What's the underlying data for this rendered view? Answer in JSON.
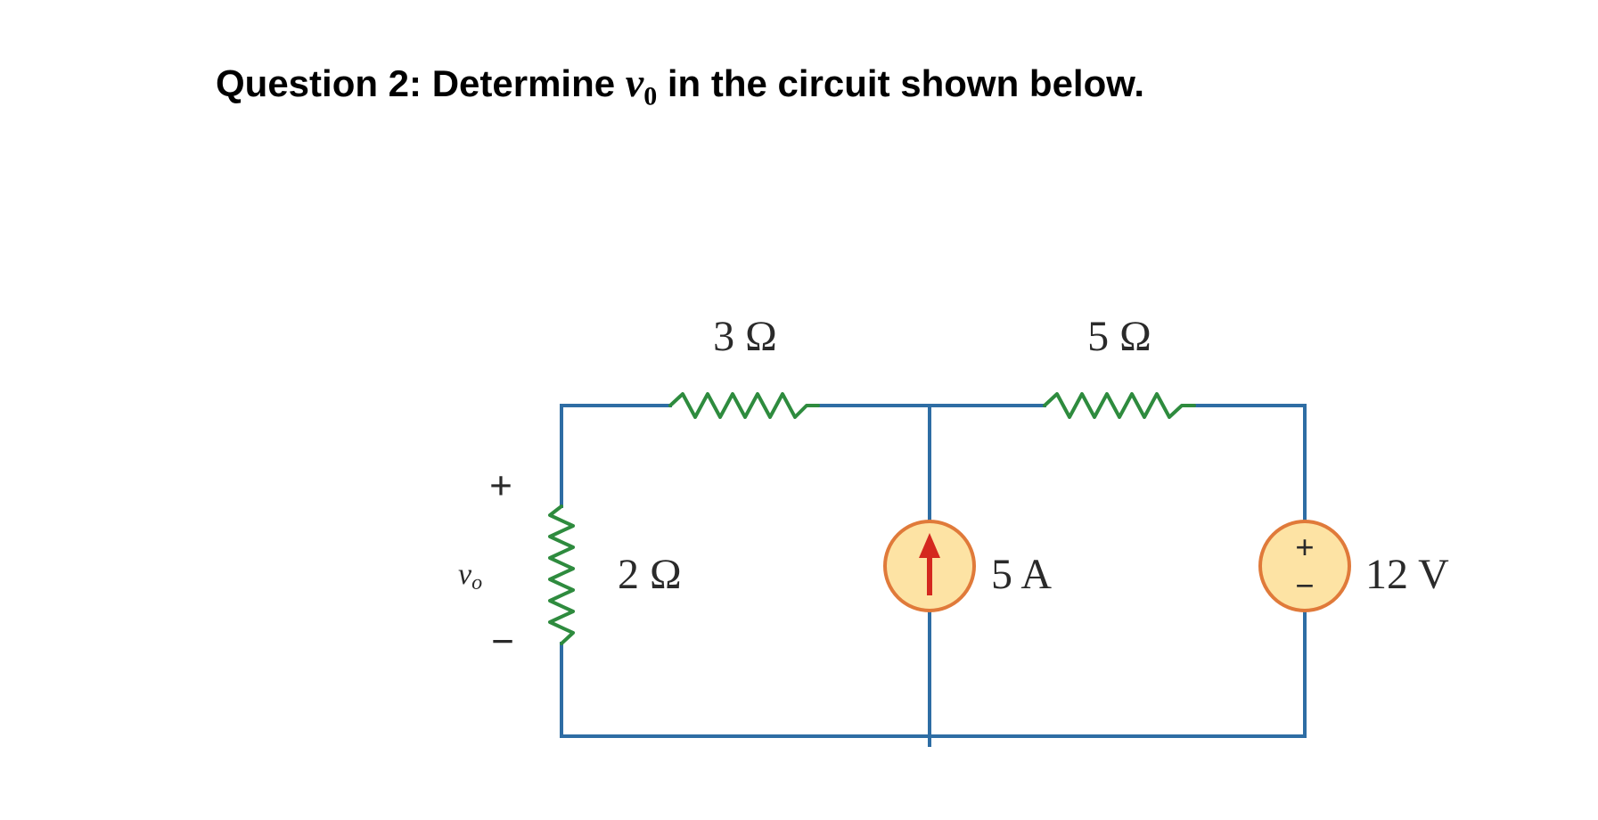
{
  "question": {
    "prefix": "Question 2: Determine",
    "variable": "v",
    "subscript": "0",
    "suffix": "in the circuit shown below."
  },
  "circuit": {
    "r_top_left": "3 Ω",
    "r_top_right": "5 Ω",
    "r_left": "2 Ω",
    "current_source": "5 A",
    "voltage_source": "12 V",
    "vo_var": "v",
    "vo_sub": "o",
    "vo_plus": "+",
    "vo_minus": "−",
    "vs_plus": "+",
    "vs_minus": "−",
    "wire_color": "#2e6da4",
    "resistor_color": "#2e8b3e",
    "source_fill": "#fde3a4",
    "source_ring": "#e07a3a",
    "arrow_color": "#d4281f"
  }
}
